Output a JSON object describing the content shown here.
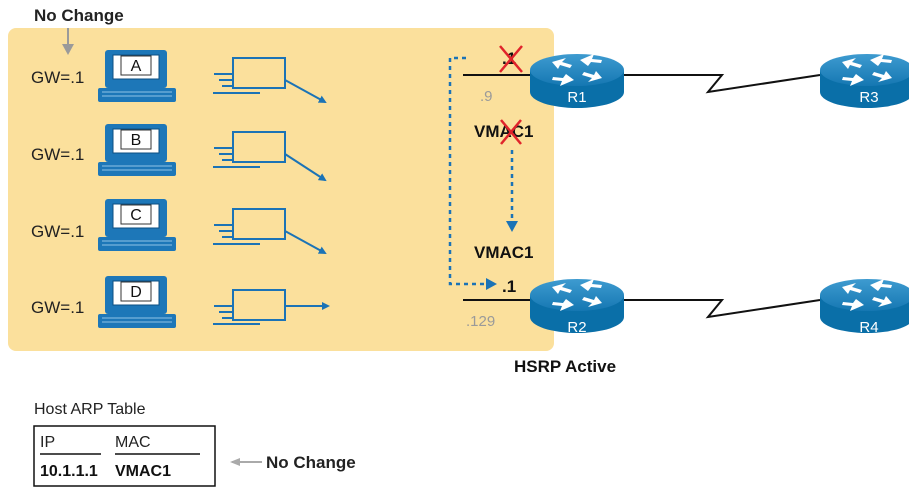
{
  "top_note": "No Change",
  "hosts": [
    {
      "id": "A",
      "gw": "GW=.1"
    },
    {
      "id": "B",
      "gw": "GW=.1"
    },
    {
      "id": "C",
      "gw": "GW=.1"
    },
    {
      "id": "D",
      "gw": "GW=.1"
    }
  ],
  "routers": {
    "r1": {
      "label": "R1",
      "ip_old": ".1",
      "ip_own": ".9",
      "vmac": "VMAC1"
    },
    "r2": {
      "label": "R2",
      "ip_new": ".1",
      "ip_own": ".129",
      "vmac": "VMAC1",
      "status": "HSRP Active"
    },
    "r3": {
      "label": "R3"
    },
    "r4": {
      "label": "R4"
    }
  },
  "arp_table": {
    "title": "Host ARP Table",
    "headers": [
      "IP",
      "MAC"
    ],
    "row": [
      "10.1.1.1",
      "VMAC1"
    ],
    "note": "No Change"
  },
  "colors": {
    "lan_fill": "#fbe09c",
    "router_blue": "#0a6fa8",
    "host_blue": "#1d77b8",
    "arrow_blue": "#1b73b6",
    "cross_red": "#e0242b",
    "gray": "#9a9a9a"
  }
}
